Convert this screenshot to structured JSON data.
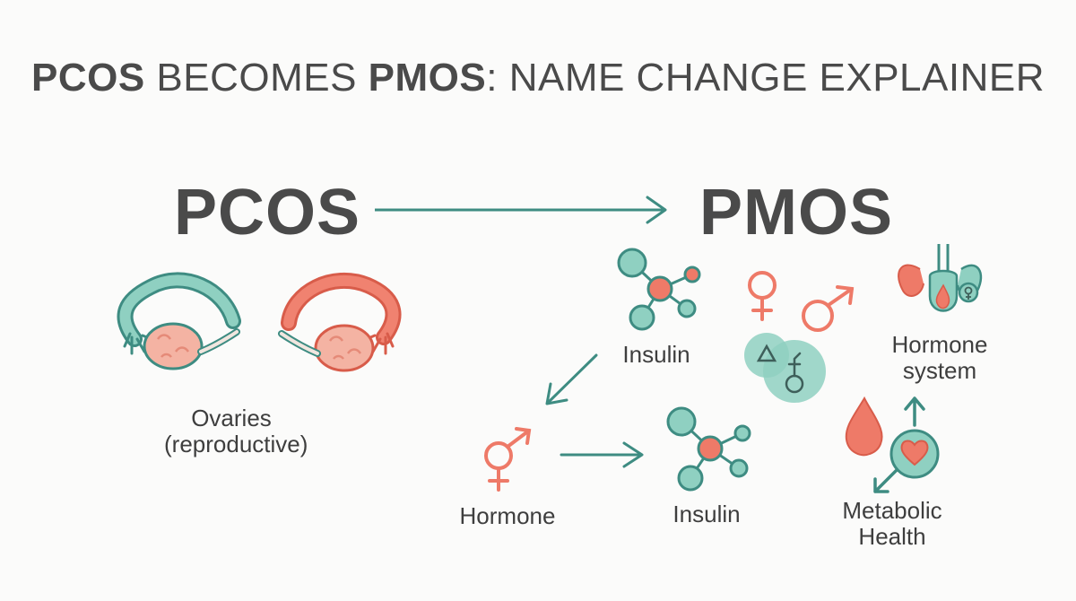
{
  "title": {
    "old_name": "PCOS",
    "middle": " BECOMES ",
    "new_name": "PMOS",
    "suffix": ": NAME CHANGE EXPLAINER"
  },
  "left": {
    "name": "PCOS",
    "label_line1": "Ovaries",
    "label_line2": "(reproductive)"
  },
  "right": {
    "name": "PMOS",
    "insulin_top": "Insulin",
    "hormone_system_line1": "Hormone",
    "hormone_system_line2": "system",
    "hormone": "Hormone",
    "insulin_bottom": "Insulin",
    "metabolic_line1": "Metabolic",
    "metabolic_line2": "Health"
  },
  "colors": {
    "teal": "#7fc8b8",
    "teal_dark": "#3e8c82",
    "coral": "#ee7a68",
    "coral_light": "#f4a896",
    "text": "#444444"
  },
  "icons": [
    "ovary-icon",
    "molecule-icon",
    "female-symbol-icon",
    "male-symbol-icon",
    "gland-icon",
    "drop-icon",
    "heart-circle-icon",
    "arrow-icon"
  ]
}
